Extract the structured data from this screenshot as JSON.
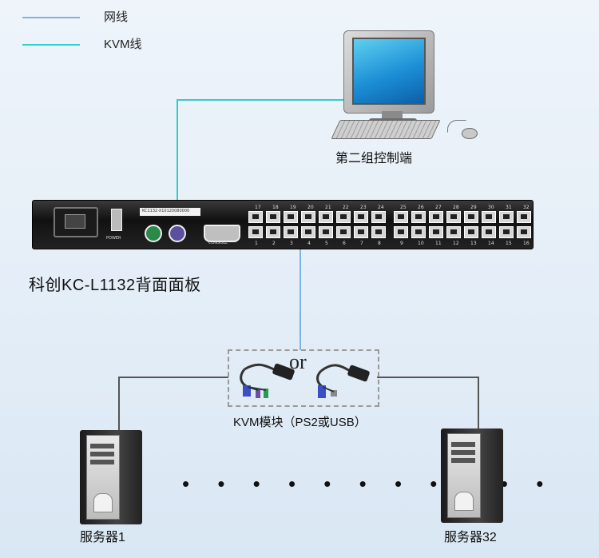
{
  "legend": [
    {
      "label": "网线",
      "color": "#7fb3df"
    },
    {
      "label": "KVM线",
      "color": "#33cccc"
    }
  ],
  "console": {
    "label": "第二组控制端"
  },
  "panel": {
    "label": "科创KC-L1132背面面板",
    "top_port_numbers": [
      "17",
      "18",
      "19",
      "20",
      "21",
      "22",
      "23",
      "24",
      "25",
      "26",
      "27",
      "28",
      "29",
      "30",
      "31",
      "32"
    ],
    "bottom_port_numbers": [
      "1",
      "2",
      "3",
      "4",
      "5",
      "6",
      "7",
      "8",
      "9",
      "10",
      "11",
      "12",
      "13",
      "14",
      "15",
      "16"
    ],
    "power_label": "POWER",
    "console_label": "CONSOLE",
    "serial_text": "KC1132-X10120080000"
  },
  "modules": {
    "or_text": "or",
    "label": "KVM模块（PS2或USB）"
  },
  "servers": [
    {
      "label": "服务器1"
    },
    {
      "label": "服务器32"
    }
  ],
  "ellipsis": "• • • • • • • • • • •"
}
